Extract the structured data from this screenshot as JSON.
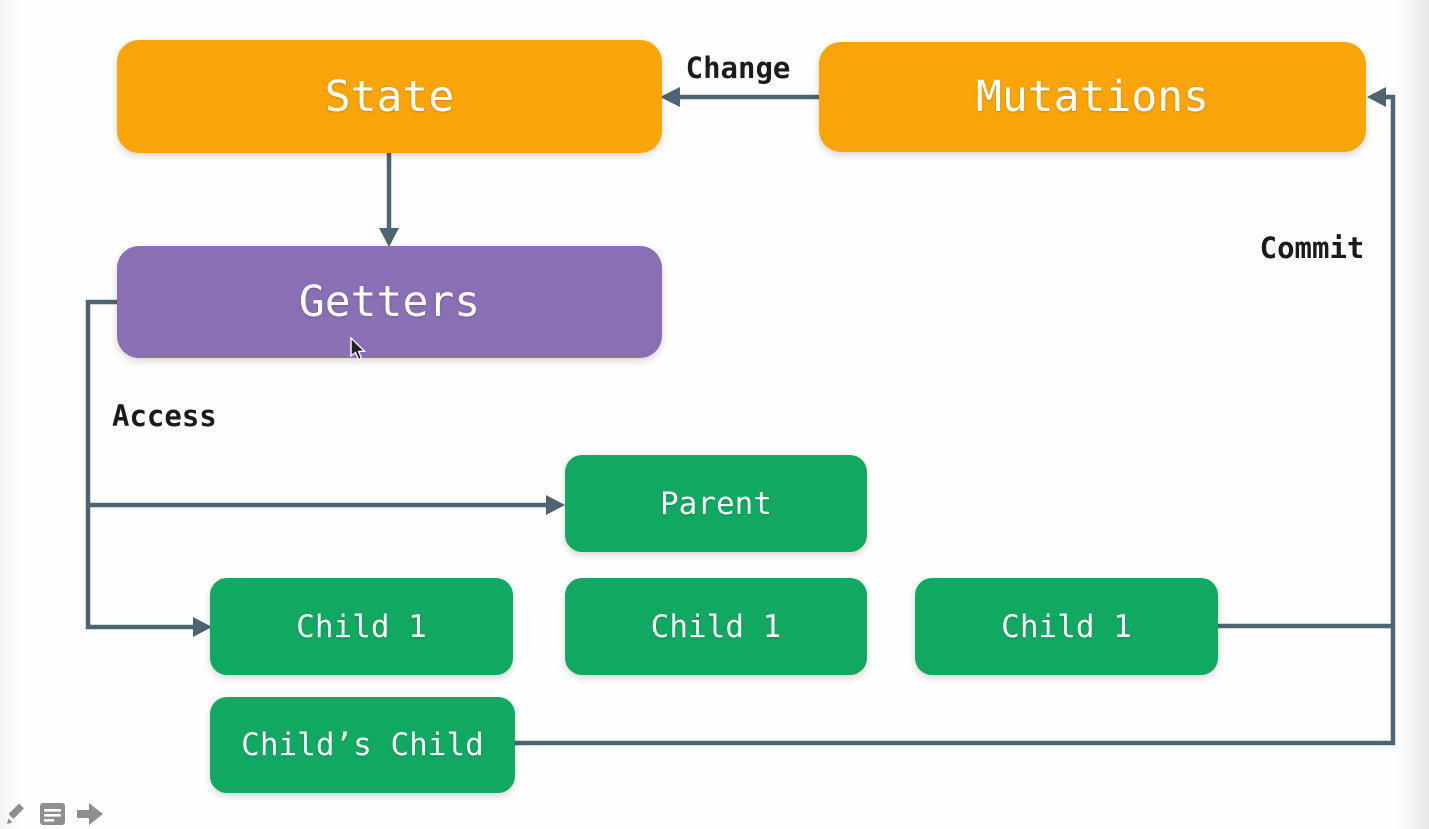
{
  "diagram": {
    "nodes": [
      {
        "id": "state",
        "label": "State"
      },
      {
        "id": "mutations",
        "label": "Mutations"
      },
      {
        "id": "getters",
        "label": "Getters"
      },
      {
        "id": "parent",
        "label": "Parent"
      },
      {
        "id": "child-1-a",
        "label": "Child 1"
      },
      {
        "id": "child-1-b",
        "label": "Child 1"
      },
      {
        "id": "child-1-c",
        "label": "Child 1"
      },
      {
        "id": "childs-child",
        "label": "Child’s Child"
      }
    ],
    "edge_labels": {
      "change": "Change",
      "commit": "Commit",
      "access": "Access"
    },
    "colors": {
      "node_orange": "#F9A408",
      "node_purple": "#8A6FB5",
      "node_green": "#11A862",
      "connector_line": "#4D6473",
      "label_text": "#1b1b1b",
      "node_text": "#FFFFFF",
      "control_icon_gray": "#8F8F8F"
    }
  },
  "controls": {
    "icons": [
      "pencil-icon",
      "notes-icon",
      "next-slide-icon"
    ]
  }
}
